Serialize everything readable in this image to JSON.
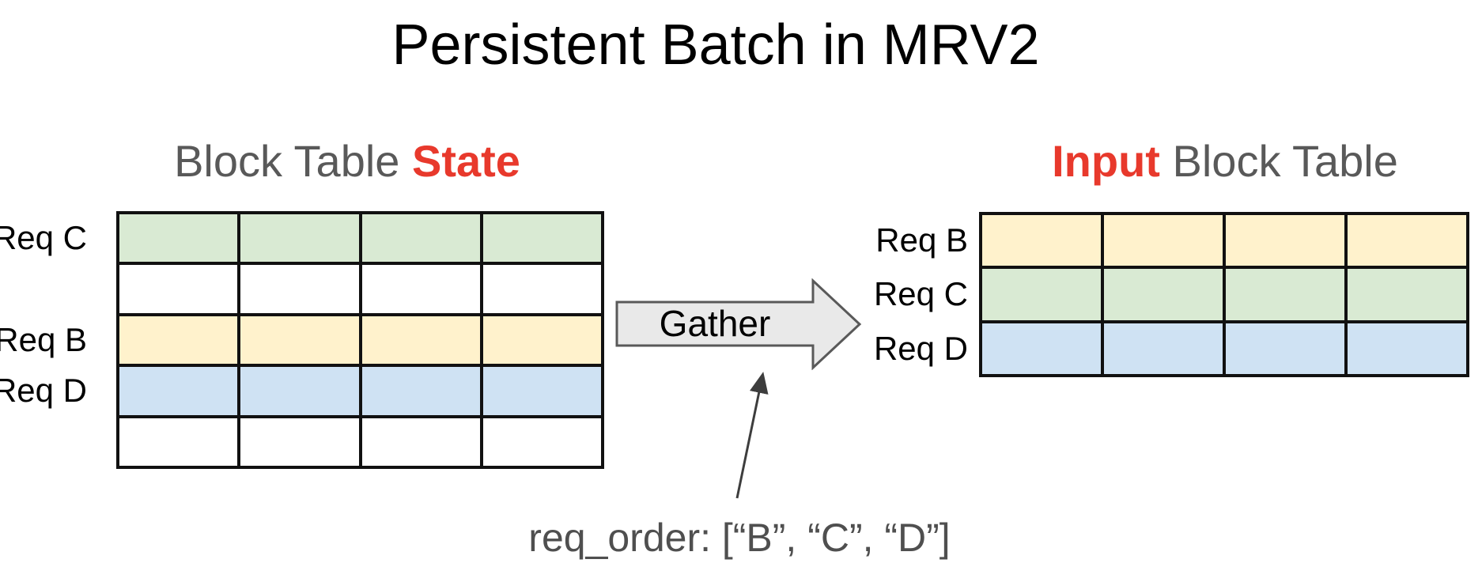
{
  "title": "Persistent Batch in MRV2",
  "colors": {
    "red": "#e8392c",
    "gray": "#595959",
    "black": "#000000",
    "green": "#d9ead3",
    "yellow": "#fff2cc",
    "blue": "#cfe2f3",
    "white": "#ffffff",
    "arrow_fill": "#e9e9e9",
    "arrow_stroke": "#595959",
    "annot_arrow": "#3d3d3d"
  },
  "left_table": {
    "heading": {
      "prefix": "Block Table ",
      "highlight": "State"
    },
    "columns": 4,
    "rows": [
      {
        "label": "Req C",
        "color": "green"
      },
      {
        "label": "",
        "color": "white"
      },
      {
        "label": "Req B",
        "color": "yellow"
      },
      {
        "label": "Req D",
        "color": "blue"
      },
      {
        "label": "",
        "color": "white"
      }
    ]
  },
  "right_table": {
    "heading": {
      "highlight": "Input",
      "suffix": " Block Table"
    },
    "columns": 4,
    "rows": [
      {
        "label": "Req B",
        "color": "yellow"
      },
      {
        "label": "Req C",
        "color": "green"
      },
      {
        "label": "Req D",
        "color": "blue"
      }
    ]
  },
  "gather_arrow": {
    "label": "Gather"
  },
  "annotation": {
    "text": "req_order: [“B”, “C”, “D”]"
  }
}
